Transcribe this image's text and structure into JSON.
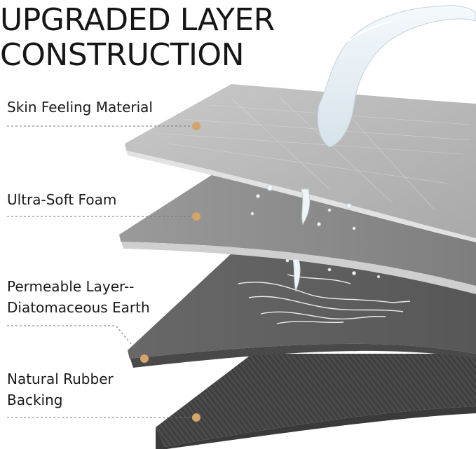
{
  "title": {
    "line1": "UPGRADED LAYER",
    "line2": "CONSTRUCTION"
  },
  "layers": [
    {
      "label": "Skin Feeling Material",
      "texture": "linen-icon"
    },
    {
      "label": "Ultra-Soft Foam",
      "texture": "foam-icon"
    },
    {
      "label_lines": [
        "Permeable Layer--",
        "Diatomaceous Earth"
      ],
      "texture": "diatomite-icon"
    },
    {
      "label_lines": [
        "Natural Rubber",
        "Backing"
      ],
      "texture": "ribbed-rubber-icon"
    }
  ],
  "colors": {
    "top_layer": "#bcbcbc",
    "foam_layer": "#8a8a8a",
    "earth_layer": "#5c5c5c",
    "rubber_layer": "#4a4a4a",
    "marker": "#d3a56a",
    "water": "#e6f1f7"
  }
}
